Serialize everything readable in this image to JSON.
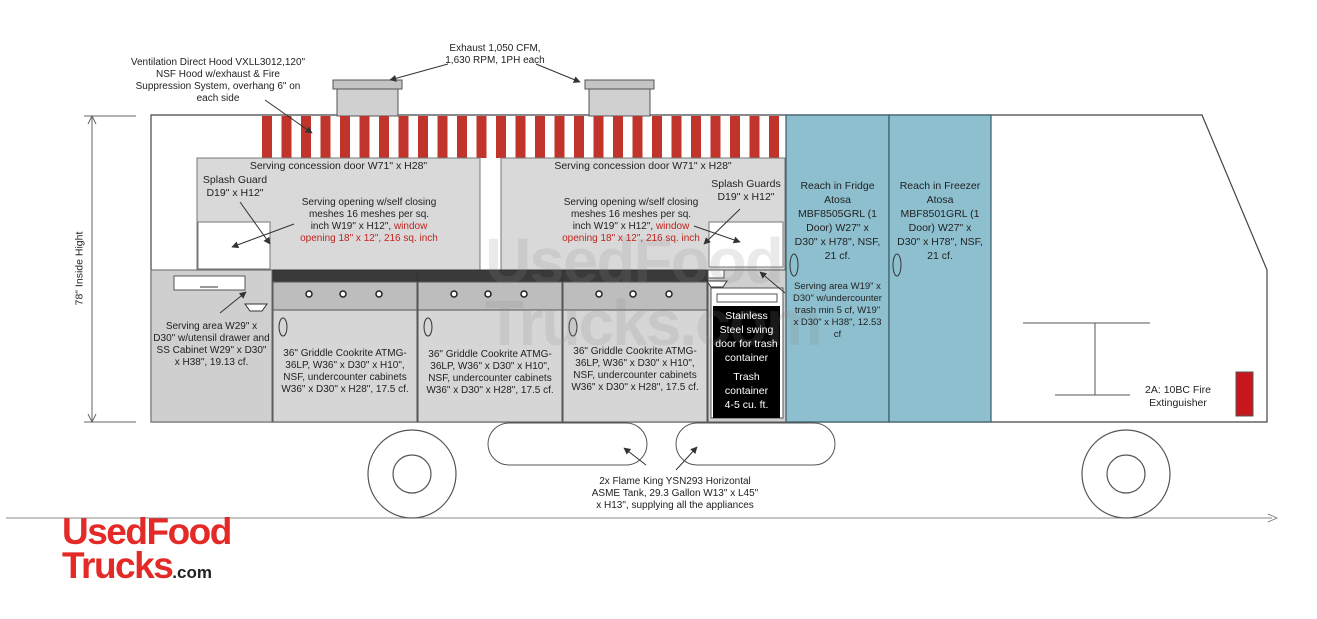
{
  "labels": {
    "hood": [
      "Ventilation Direct Hood VXLL3012,120\"",
      "NSF Hood w/exhaust & Fire",
      "Suppression System, overhang 6\" on",
      "each side"
    ],
    "exhaust": [
      "Exhaust 1,050 CFM,",
      "1,630 RPM, 1PH each"
    ],
    "serving_door_left": "Serving concession door W71\" x H28\"",
    "serving_door_right": "Serving concession door W71\" x H28\"",
    "splash_left": [
      "Splash Guard",
      "D19\" x H12\""
    ],
    "splash_right": [
      "Splash Guards",
      "D19\" x H12\""
    ],
    "opening_left": [
      "Serving opening w/self closing",
      "meshes 16 meshes per sq.",
      "inch W19\" x H12\","
    ],
    "opening_left_red_inline": "window",
    "opening_left_red": "opening 18\" x 12\", 216 sq. inch",
    "opening_right": [
      "Serving opening w/self closing",
      "meshes 16 meshes per sq.",
      "inch W19\" x H12\","
    ],
    "opening_right_red_inline": "window",
    "opening_right_red": "opening 18\" x 12\", 216 sq. inch",
    "serving_area_left": [
      "Serving area W29\" x",
      "D30\" w/utensil drawer and",
      "SS Cabinet W29\" x D30\"",
      "x H38\", 19.13 cf."
    ],
    "griddle": [
      "36\" Griddle Cookrite ATMG-",
      "36LP, W36\" x D30\" x H10\",",
      "NSF, undercounter cabinets",
      "W36\" x D30\" x H28\", 17.5 cf."
    ],
    "trash_door": [
      "Stainless",
      "Steel swing",
      "door for trash",
      "container"
    ],
    "trash_container": [
      "Trash",
      "container",
      "4-5 cu. ft."
    ],
    "serving_area_right": [
      "Serving area W19\" x",
      "D30\" w/undercounter",
      "trash min 5 cf, W19\"",
      "x D30\" x H38\", 12.53",
      "cf"
    ],
    "fridge": [
      "Reach in Fridge",
      "Atosa",
      "MBF8505GRL (1",
      "Door) W27\" x",
      "D30\" x H78\", NSF,",
      "21 cf."
    ],
    "freezer": [
      "Reach in Freezer",
      "Atosa",
      "MBF8501GRL (1",
      "Door) W27\" x",
      "D30\" x H78\", NSF,",
      "21 cf."
    ],
    "height": "78\" Inside Hight",
    "tanks": [
      "2x Flame King YSN293 Horizontal",
      "ASME Tank, 29.3 Gallon W13\" x L45\"",
      "x H13\", supplying all the appliances"
    ],
    "extinguisher": [
      "2A: 10BC Fire",
      "Extinguisher"
    ]
  },
  "logo": {
    "line1": "UsedFood",
    "line2": "Trucks",
    "suffix": ".com"
  },
  "watermark": {
    "line1": "UsedFood",
    "line2": "Trucks.com"
  },
  "icons": [
    "arrow-icon",
    "exhaust-fan-icon",
    "knob-icon",
    "wheel-icon",
    "propane-tank-icon",
    "fire-extinguisher-icon"
  ],
  "colors": {
    "stripe_red": "#c0342b",
    "cooler_blue": "#8dbfcf",
    "panel_gray": "#d9d9d9",
    "counter_gray": "#cfcfcf",
    "logo_red": "#e32a26",
    "note_red": "#c0241e",
    "extinguisher_red": "#c8161d"
  }
}
